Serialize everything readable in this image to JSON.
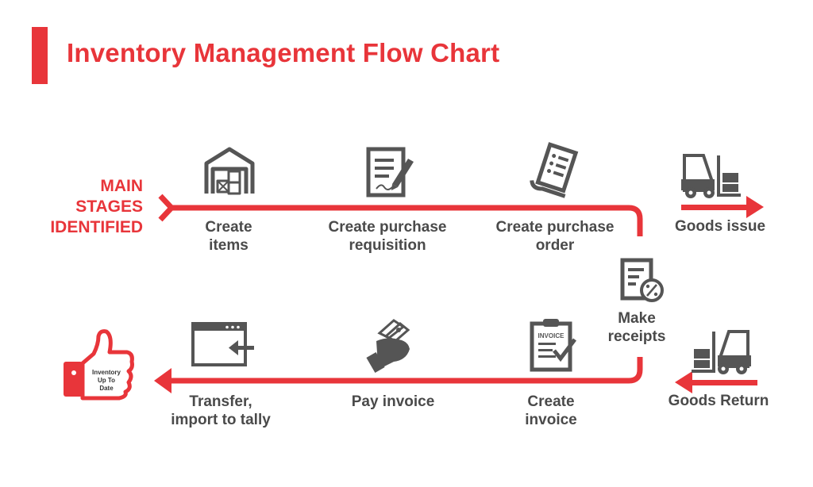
{
  "title": "Inventory Management Flow Chart",
  "main_stages": [
    "MAIN",
    "STAGES",
    "IDENTIFIED"
  ],
  "stages": [
    {
      "id": "create-items",
      "lines": [
        "Create",
        "items"
      ],
      "icon": "warehouse-icon"
    },
    {
      "id": "create-purchase-requisition",
      "lines": [
        "Create purchase",
        "requisition"
      ],
      "icon": "document-pen-icon"
    },
    {
      "id": "create-purchase-order",
      "lines": [
        "Create purchase",
        "order"
      ],
      "icon": "order-list-icon"
    },
    {
      "id": "make-receipts",
      "lines": [
        "Make",
        "receipts"
      ],
      "icon": "receipt-percent-icon"
    },
    {
      "id": "create-invoice",
      "lines": [
        "Create",
        "invoice"
      ],
      "icon": "invoice-clipboard-icon"
    },
    {
      "id": "pay-invoice",
      "lines": [
        "Pay invoice"
      ],
      "icon": "hand-money-icon"
    },
    {
      "id": "transfer-import",
      "lines": [
        "Transfer,",
        "import to tally"
      ],
      "icon": "import-window-icon"
    }
  ],
  "goods_issue": "Goods issue",
  "goods_return": "Goods Return",
  "thumb_text": [
    "Inventory",
    "Up To",
    "Date"
  ],
  "invoice_text": "INVOICE",
  "colors": {
    "accent": "#e8353a",
    "icon": "#555555",
    "text": "#4a4a4a"
  }
}
